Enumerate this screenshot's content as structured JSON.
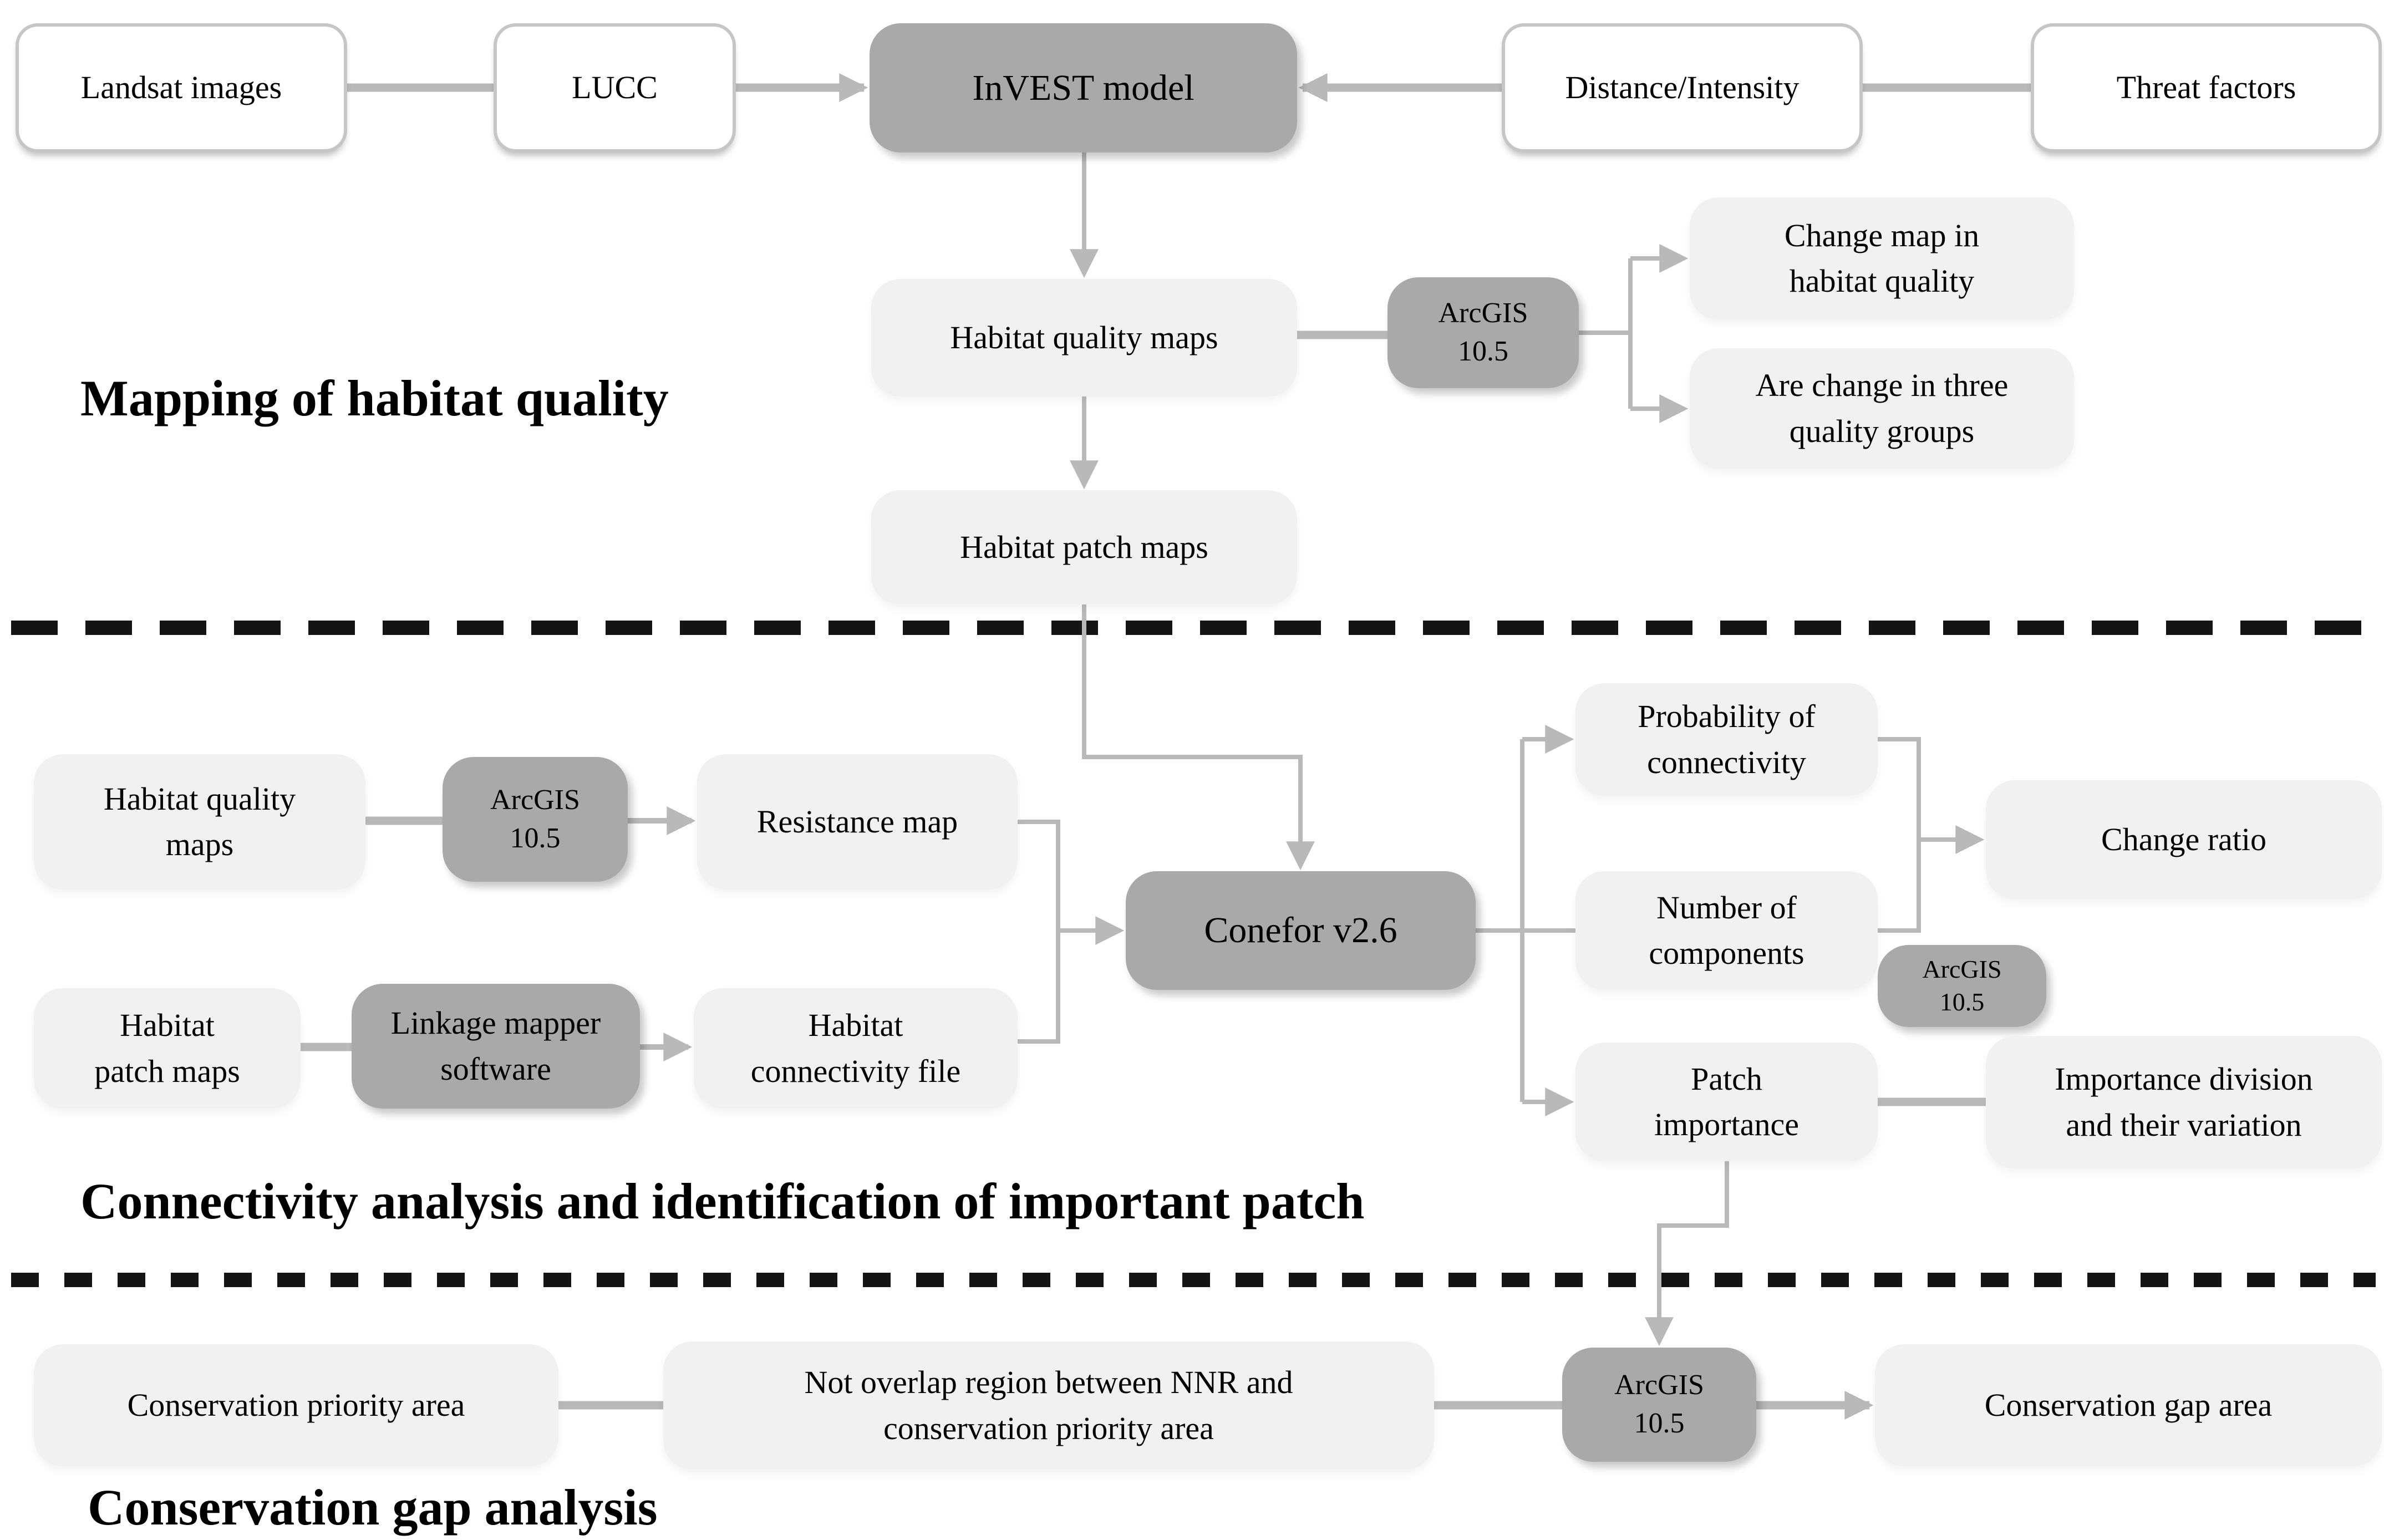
{
  "sections": [
    {
      "title": "Mapping of habitat quality"
    },
    {
      "title": "Connectivity analysis and identification of important patch"
    },
    {
      "title": "Conservation gap analysis"
    }
  ],
  "nodes": {
    "landsat": "Landsat images",
    "lucc": "LUCC",
    "invest": "InVEST model",
    "distance": "Distance/Intensity",
    "threat": "Threat factors",
    "hq_maps": "Habitat quality maps",
    "arcgis_top": "ArcGIS\n10.5",
    "change_map": "Change map in\nhabitat quality",
    "are_change": "Are change in three\nquality groups",
    "patch_maps": "Habitat patch maps",
    "hq_maps2": "Habitat quality\nmaps",
    "arcgis_mid_left": "ArcGIS\n10.5",
    "resistance": "Resistance map",
    "patch_maps2": "Habitat\npatch maps",
    "linkage": "Linkage mapper\nsoftware",
    "connectivity_file": "Habitat\nconnectivity file",
    "conefor": "Conefor v2.6",
    "probability": "Probability of\nconnectivity",
    "number": "Number of\ncomponents",
    "change_ratio": "Change ratio",
    "arcgis_mid_right": "ArcGIS\n10.5",
    "patch_importance": "Patch\nimportance",
    "importance_division": "Importance division\nand their variation",
    "conservation_priority": "Conservation priority  area",
    "not_overlap": "Not overlap region between NNR and\nconservation priority area",
    "arcgis_bottom": "ArcGIS\n10.5",
    "conservation_gap": "Conservation gap area"
  },
  "colors": {
    "background": "#ffffff",
    "box_light": "#f1f1f1",
    "box_dark": "#a9a9a9",
    "box_white": "#ffffff",
    "box_white_border": "#c6c6c6",
    "connector": "#b9b9b9",
    "divider": "#141414",
    "text": "#000000"
  }
}
